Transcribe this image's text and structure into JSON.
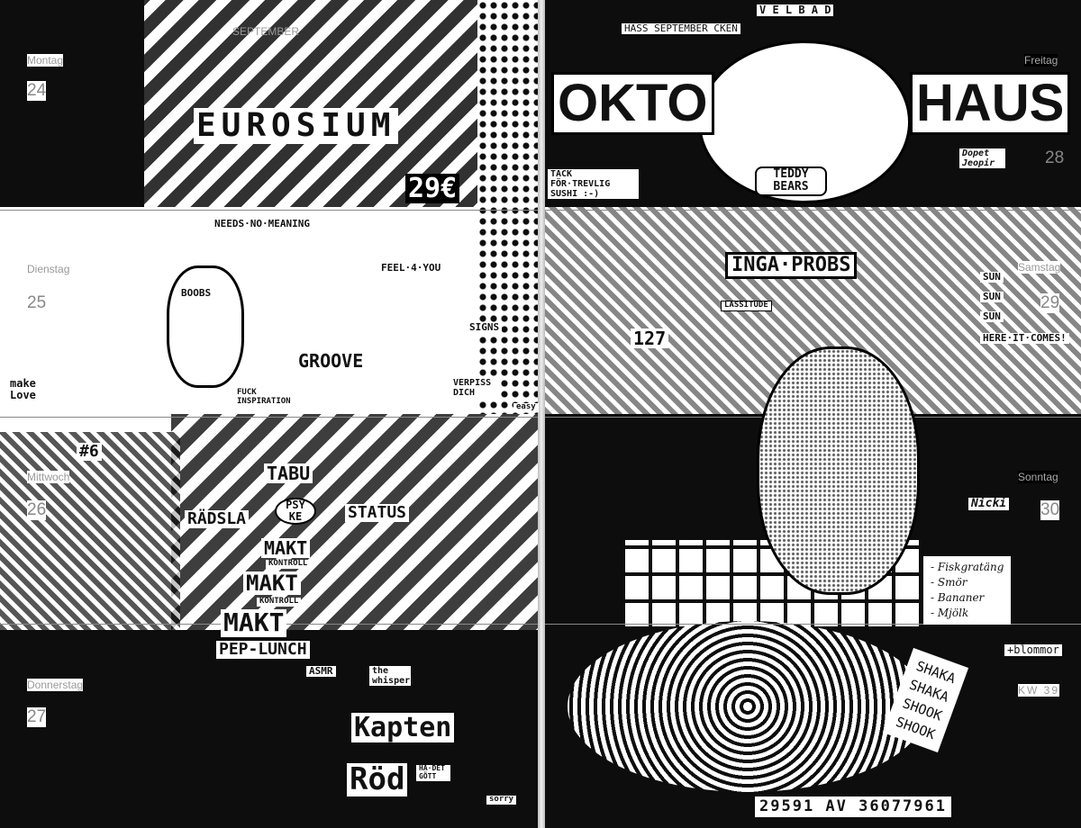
{
  "left_page": {
    "month": "SEPTEMBER",
    "days": [
      {
        "weekday": "Montag",
        "date": "24"
      },
      {
        "weekday": "Dienstag",
        "date": "25"
      },
      {
        "weekday": "Mittwoch",
        "date": "26"
      },
      {
        "weekday": "Donnerstag",
        "date": "27"
      }
    ],
    "doodles": {
      "eurosium": "EUROSIUM",
      "price": "29€",
      "needs_no_meaning": "NEEDS·NO·MEANING",
      "boobs": "BOOBS",
      "feel_4_you": "FEEL·4·YOU",
      "groove": "GROOVE",
      "signs": "SIGNS",
      "make_love": "make Love",
      "fuck_inspiration": "FUCK INSPIRATION",
      "verpiss_dich": "VERPISS DICH",
      "easy": "easy",
      "number_6": "#6",
      "tabu": "TABU",
      "radsla": "RÄDSLA",
      "psyke": "PSY KE",
      "status": "STATUS",
      "makt1": "MAKT",
      "kontroll1": "KONTROLL",
      "makt2": "MAKT",
      "kontroll2": "KONTROLL",
      "makt3": "MAKT",
      "pep_lunch": "PEP-LUNCH",
      "asmr": "ASMR",
      "the_whisper": "the whisper",
      "kapten": "Kapten",
      "rod": "Röd",
      "ha_det_gott": "HA·DET GÖTT",
      "sorry": "sorry"
    }
  },
  "right_page": {
    "header": "HASS SEPTEMBER CKEN",
    "vlbad": "V E L B A D",
    "days": [
      {
        "weekday": "Freitag",
        "date": "28"
      },
      {
        "weekday": "Samstag",
        "date": "29"
      },
      {
        "weekday": "Sonntag",
        "date": "30"
      }
    ],
    "week": "KW 39",
    "doodles": {
      "okto": "OKTO",
      "haus": "HAUS",
      "teddy_bears": "TEDDY BEARS",
      "dopet_jeopir": "Dopet Jeopir",
      "tack": "TACK FÖR·TREVLIG SUSHI :-)",
      "inga_probs": "INGA·PROBS",
      "lassitude": "LASSITUDE",
      "n127": "127",
      "sun_lines": [
        "SUN",
        "SUN",
        "SUN",
        "HERE·IT·COMES!"
      ],
      "nicki": "Nicki",
      "shopping_list": [
        "- Fiskgratäng",
        "- Smör",
        "- Bananer",
        "- Mjölk"
      ],
      "blommor": "+blommor",
      "shaka": [
        "SHAKA",
        "SHAKA",
        "SHOOK",
        "SHOOK"
      ],
      "counter": "29591 AV 36077961"
    }
  }
}
